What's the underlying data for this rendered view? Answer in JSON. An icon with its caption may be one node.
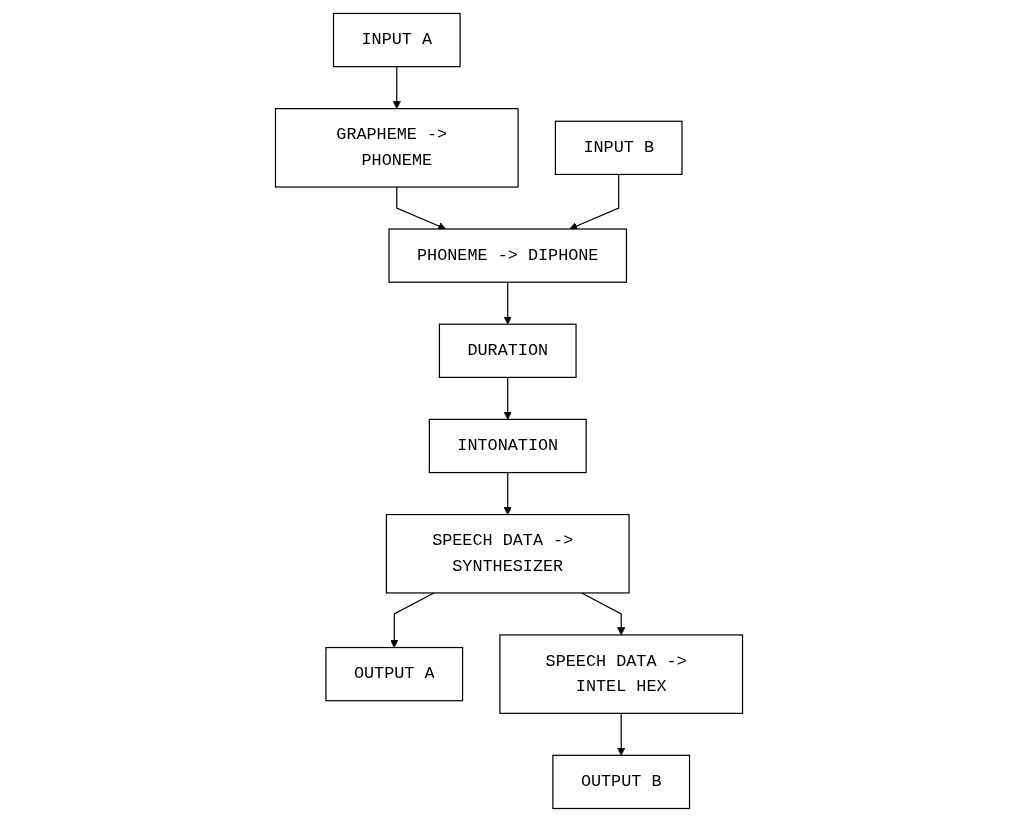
{
  "diagram": {
    "nodes": [
      {
        "text": [
          "INPUT A"
        ]
      },
      {
        "text": [
          "GRAPHEME -> PHONEME"
        ]
      },
      {
        "text": [
          "INPUT B"
        ]
      },
      {
        "text": [
          "PHONEME -> DIPHONE"
        ]
      },
      {
        "text": [
          "DURATION"
        ]
      },
      {
        "text": [
          "INTONATION"
        ]
      },
      {
        "text": [
          "SPEECH DATA -> SYNTHESIZER"
        ]
      },
      {
        "text": [
          "OUTPUT A"
        ]
      },
      {
        "text": [
          "SPEECH DATA -> INTEL HEX"
        ]
      },
      {
        "text": [
          "OUTPUT B"
        ]
      }
    ],
    "edges": [
      {
        "from": 0,
        "to": 1,
        "arrow": "to"
      },
      {
        "from": 1,
        "to": 3,
        "arrow": "to"
      },
      {
        "from": 2,
        "to": 3,
        "arrow": "to"
      },
      {
        "from": 3,
        "to": 4,
        "arrow": "to"
      },
      {
        "from": 4,
        "to": 5,
        "arrow": "to"
      },
      {
        "from": 5,
        "to": 6,
        "arrow": "to"
      },
      {
        "from": 6,
        "to": 7,
        "arrow": "to"
      },
      {
        "from": 6,
        "to": 8,
        "arrow": "to"
      },
      {
        "from": 8,
        "to": 9,
        "arrow": "to"
      }
    ]
  }
}
